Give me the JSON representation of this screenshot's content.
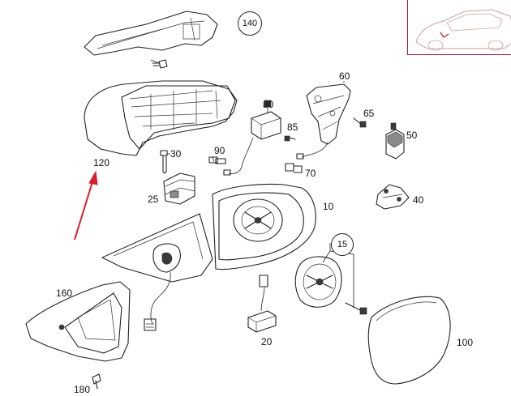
{
  "labels": {
    "l140": "140",
    "l120": "120",
    "l80": "80",
    "l60": "60",
    "l65": "65",
    "l85": "85",
    "l50": "50",
    "l30": "30",
    "l90": "90",
    "l70": "70",
    "l25": "25",
    "l10": "10",
    "l40": "40",
    "l15": "15",
    "l160": "160",
    "l20": "20",
    "l100": "100",
    "l180": "180"
  },
  "colors": {
    "highlight_arrow": "#d81e2a",
    "inset_frame": "#b5162b",
    "inset_car": "#c9a0a6",
    "line": "#222222"
  }
}
